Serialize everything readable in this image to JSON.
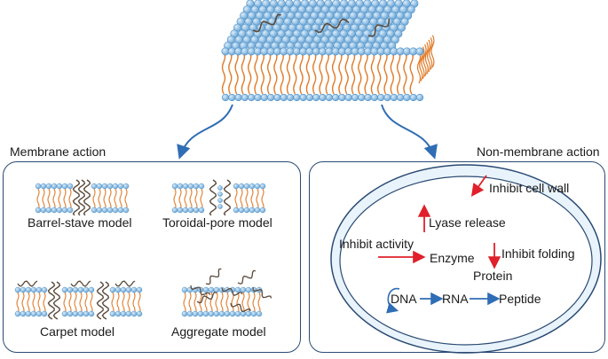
{
  "sections": {
    "membrane_action": {
      "title": "Membrane action",
      "models": {
        "barrel_stave": "Barrel-stave model",
        "toroidal_pore": "Toroidal-pore model",
        "carpet": "Carpet model",
        "aggregate": "Aggregate model"
      }
    },
    "non_membrane_action": {
      "title": "Non-membrane action",
      "labels": {
        "inhibit_cell_wall": "Inhibit cell wall",
        "lyase_release": "Lyase release",
        "inhibit_activity": "Inhibit activity",
        "enzyme": "Enzyme",
        "inhibit_folding": "Inhibit folding",
        "protein": "Protein",
        "dna": "DNA",
        "rna": "RNA",
        "peptide": "Peptide"
      }
    }
  },
  "colors": {
    "lipid_head": "#8fc3ea",
    "lipid_tail": "#e07b2a",
    "helix": "#5a4a3c",
    "panel_border": "#2a4a73",
    "flow_arrow": "#2f6db5",
    "red_arrow": "#e0202a",
    "cell_fill": "#e9f3fb"
  }
}
